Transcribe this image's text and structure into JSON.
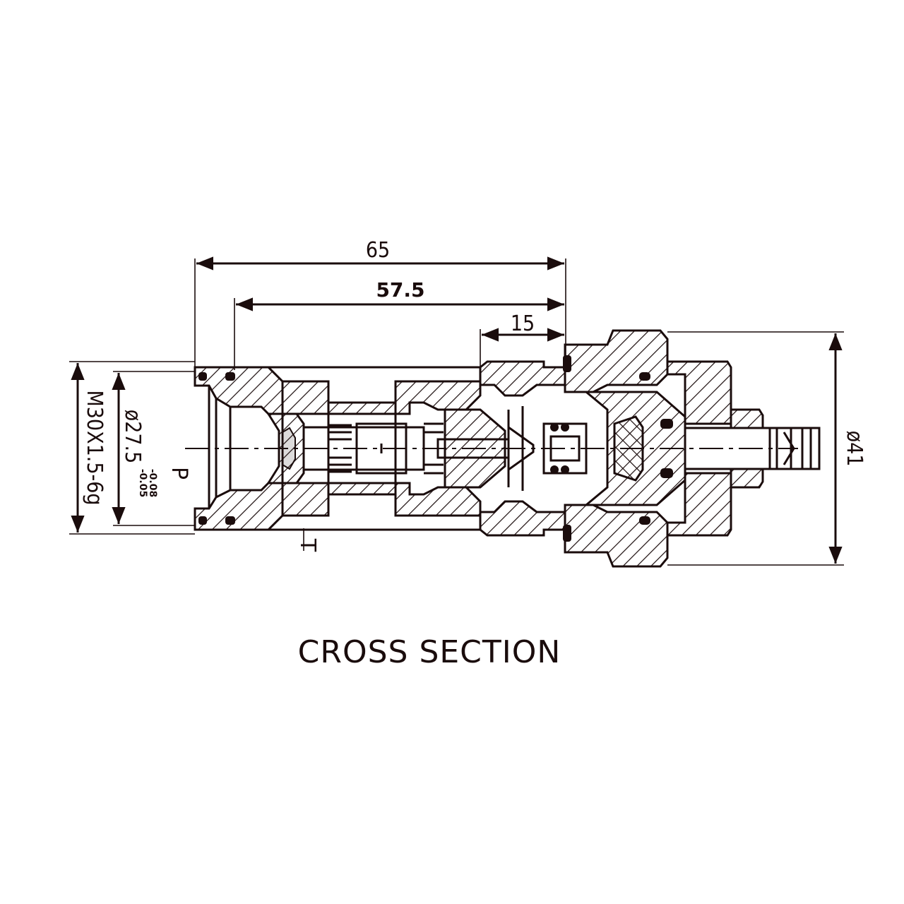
{
  "drawing": {
    "caption": "CROSS SECTION",
    "dimensions": {
      "overall_length": "65",
      "length_2": "57.5",
      "length_3": "15",
      "outer_diameter": "ø41",
      "thread": "M30X1.5-6g",
      "bore_diameter": "ø27.5",
      "bore_tolerance_upper": "-0.05",
      "bore_tolerance_lower": "-0.08"
    },
    "ports": {
      "pressure": "P",
      "tank": "T"
    },
    "colors": {
      "ink": "#1a0c0c",
      "background": "#ffffff"
    }
  }
}
